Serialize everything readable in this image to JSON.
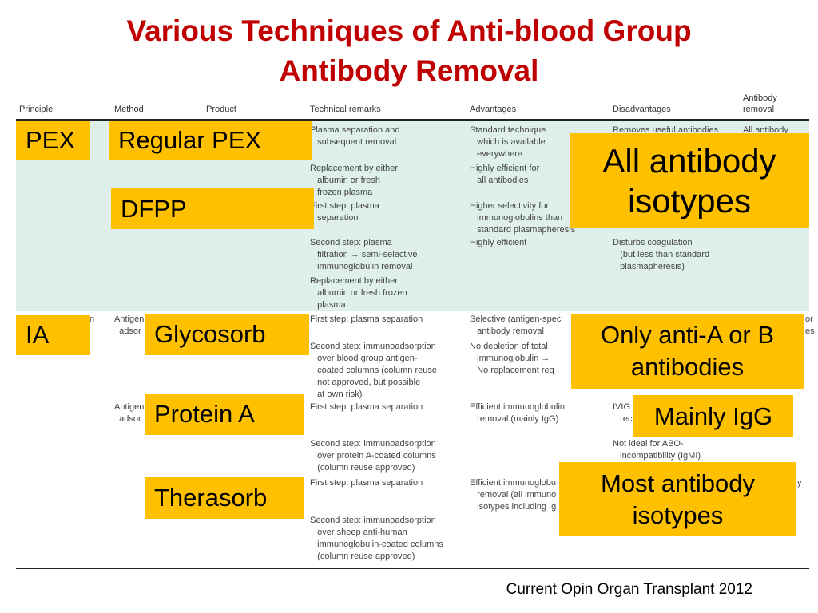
{
  "title": {
    "line1": "Various Techniques of Anti-blood Group",
    "line2": "Antibody Removal"
  },
  "table": {
    "headers": [
      "Principle",
      "Method",
      "Product",
      "Technical remarks",
      "Advantages",
      "Disadvantages",
      "Antibody removal"
    ],
    "cells": {
      "tr1": "Plasma separation and\n   subsequent removal",
      "tr2": "Replacement by either\n   albumin or fresh\n   frozen plasma",
      "tr3": "First step: plasma\n   separation",
      "tr4": "Second step: plasma\n   filtration → semi-selective\n   immunoglobulin removal",
      "tr5": "Replacement by either\n   albumin or fresh frozen\n   plasma",
      "adv1": "Standard technique\n   which is available\n   everywhere",
      "adv2": "Highly efficient for\n   all antibodies",
      "adv3": "Higher selectivity for\n   immunoglobulins than\n   standard plasmapheresis",
      "adv4": "Highly efficient",
      "dis1": "Removes useful antibodies",
      "dis2": "Disturbs coagulation\n   (but less than standard\n   plasmapheresis)",
      "ab1": "All antibody",
      "ia_principle": "n",
      "ia_method1": "Antigen\n  adsor",
      "ia_tr1": "First step: plasma separation",
      "ia_tr2": "Second step: immunoadsorption\n   over blood group antigen-\n   coated columns (column reuse\n   not approved, but possible\n   at own risk)",
      "ia_adv1": "Selective (antigen-spec\n   antibody removal",
      "ia_adv2": "No depletion of total\n   immunoglobulin →\n   No replacement req",
      "ia_ab1": "or\nes",
      "pa_method": "Antigen\n  adsor",
      "pa_tr1": "First step: plasma separation",
      "pa_tr2": "Second step: immunoadsorption\n   over protein A-coated columns\n   (column reuse approved)",
      "pa_adv1": "Efficient immunoglobulin\n   removal (mainly IgG)",
      "pa_dis1": "IVIG\n   rec",
      "pa_dis2": "Not ideal for ABO-\n   incompatibility (IgM!)",
      "th_tr1": "First step: plasma separation",
      "th_tr2": "Second step: immunoadsorption\n   over sheep anti-human\n   immunoglobulin-coated columns\n   (column reuse approved)",
      "th_adv1": "Efficient immunoglobu\n   removal (all immuno\n   isotypes including Ig",
      "th_ab1": "y"
    }
  },
  "overlays": {
    "pex": "PEX",
    "regular_pex": "Regular  PEX",
    "dfpp": "DFPP",
    "all_isotypes": "All antibody isotypes",
    "ia": "IA",
    "glycosorb": "Glycosorb",
    "anti_ab": "Only anti-A or B antibodies",
    "protein_a": "Protein A",
    "mainly_igg": "Mainly IgG",
    "therasorb": "Therasorb",
    "most_isotypes": "Most antibody isotypes"
  },
  "citation": "Current Opin Organ Transplant 2012",
  "colors": {
    "title": "#c00000",
    "highlight": "#ffc000",
    "band": "#dff0ec"
  }
}
